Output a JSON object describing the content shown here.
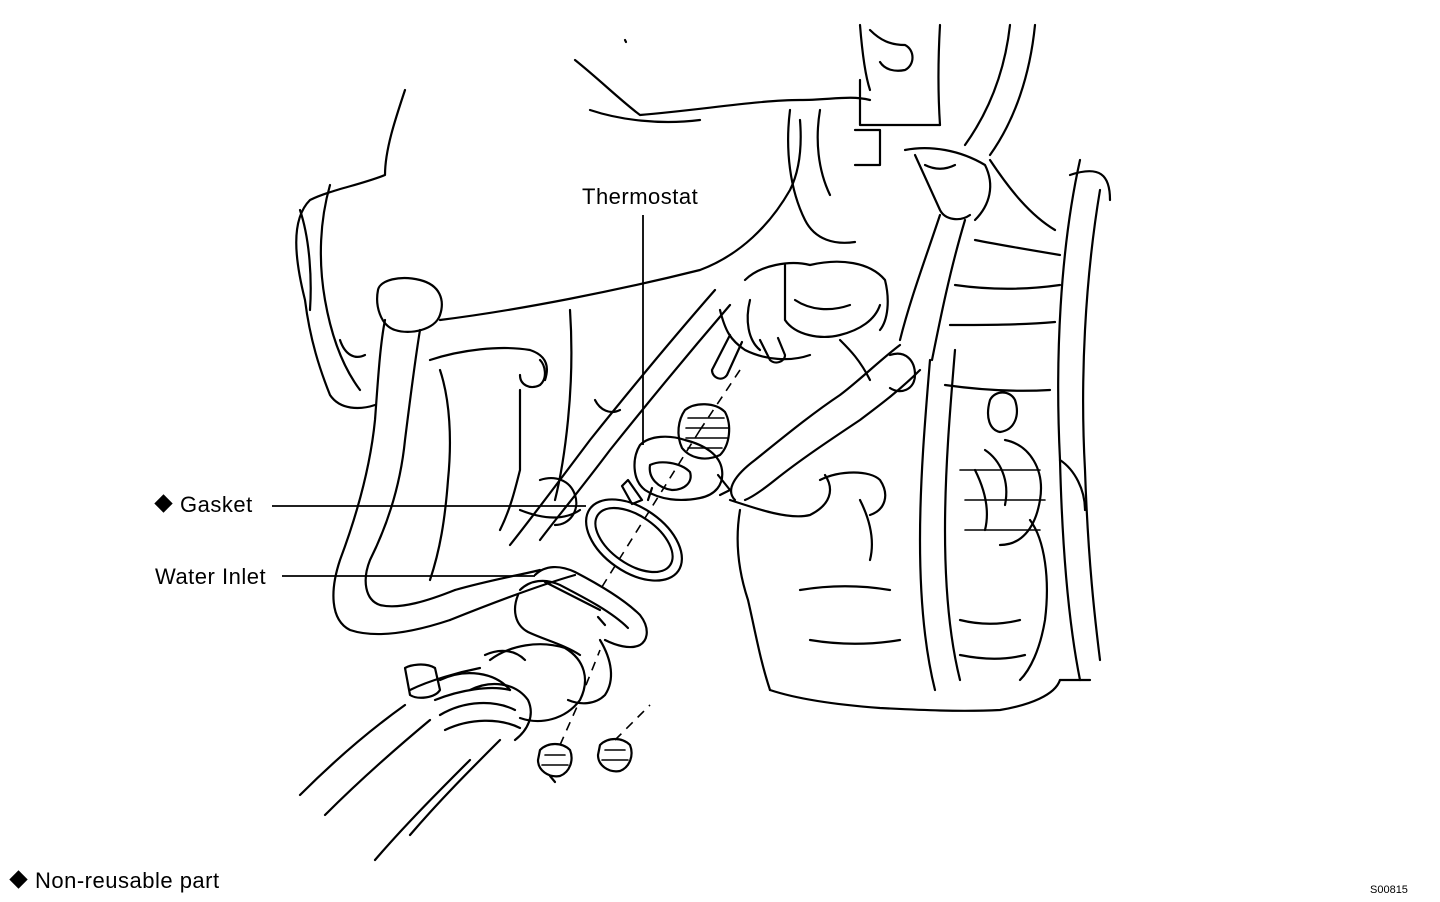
{
  "labels": {
    "thermostat": "Thermostat",
    "gasket": "Gasket",
    "water_inlet": "Water Inlet",
    "legend": "Non-reusable part",
    "figure_code": "S00815"
  },
  "icons": {
    "non_reusable_marker": "diamond-icon"
  },
  "colors": {
    "line": "#000000",
    "background": "#ffffff"
  }
}
